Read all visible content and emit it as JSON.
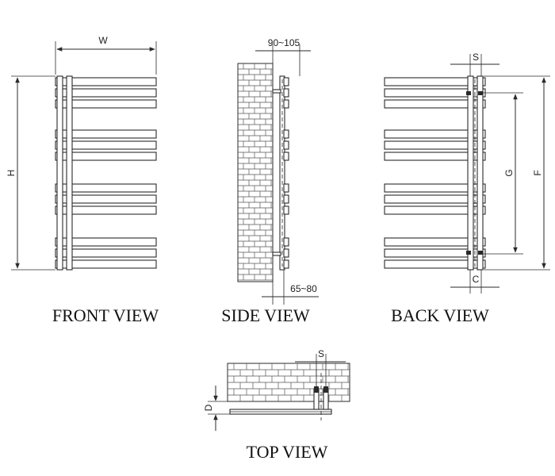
{
  "views": {
    "front": {
      "caption": "FRONT VIEW",
      "dim_width": "W",
      "dim_height": "H"
    },
    "side": {
      "caption": "SIDE VIEW",
      "dim_top": "90~105",
      "dim_bottom": "65~80"
    },
    "back": {
      "caption": "BACK VIEW",
      "dim_s": "S",
      "dim_c": "C",
      "dim_g": "G",
      "dim_f": "F"
    },
    "top": {
      "caption": "TOP VIEW",
      "dim_s": "S",
      "dim_d": "D"
    }
  },
  "colors": {
    "line": "#2a2a2a",
    "background": "#ffffff"
  }
}
